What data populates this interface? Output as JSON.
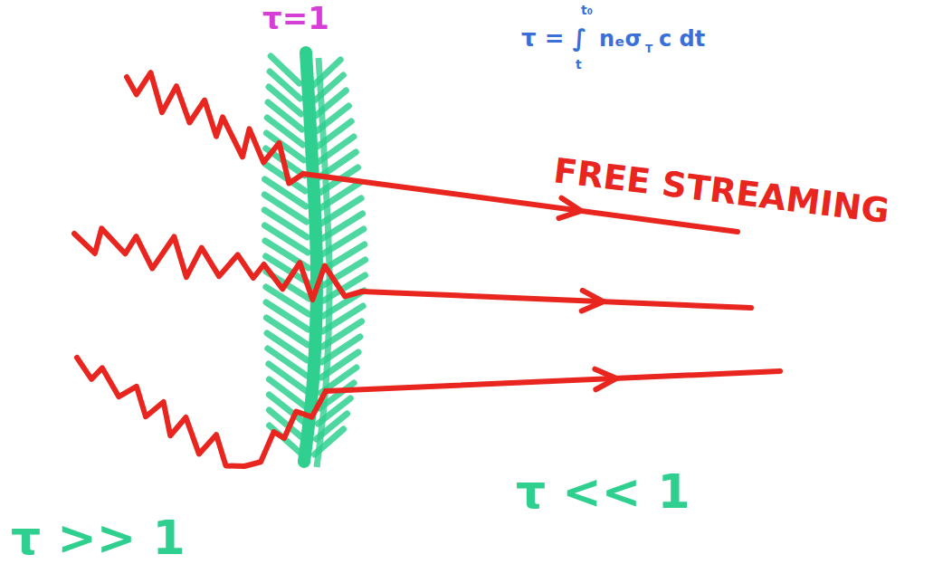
{
  "diagram": {
    "labels": [
      "τ=1",
      "τ = ∫",
      "t₀",
      "t",
      "nₑσ",
      "T",
      "c dt",
      "FREE STREAMING",
      "τ >> 1",
      "τ << 1"
    ]
  }
}
